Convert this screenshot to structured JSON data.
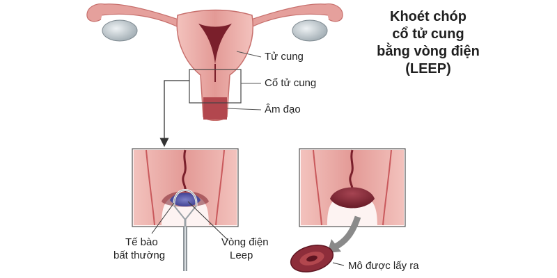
{
  "title": {
    "line1": "Khoét chóp",
    "line2": "cổ tử cung",
    "line3": "bằng vòng điện",
    "line4": "(LEEP)"
  },
  "labels": {
    "uterus": "Tử cung",
    "cervix": "Cổ tử cung",
    "vagina": "Âm đạo",
    "abnormal_cells_line1": "Tế bào",
    "abnormal_cells_line2": "bất thường",
    "leep_loop_line1": "Vòng điện",
    "leep_loop_line2": "Leep",
    "removed_tissue": "Mô được lấy ra"
  },
  "colors": {
    "tissue": "#e9a7a3",
    "tissue_dark": "#c9595c",
    "maroon": "#7a1f2b",
    "lesion": "#4d4fa0",
    "loop_metal": "#bfc5c9",
    "arrow_gray": "#8a8a8a"
  }
}
